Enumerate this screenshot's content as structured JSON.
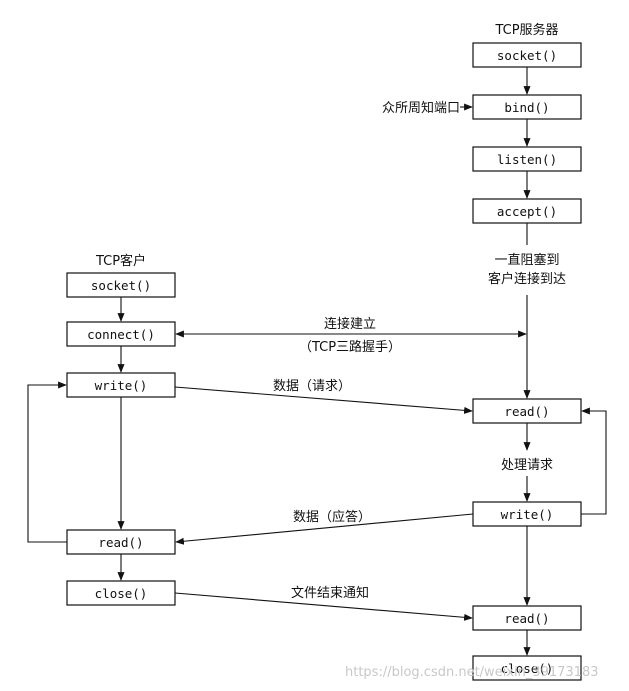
{
  "server": {
    "title": "TCP服务器",
    "socket": "socket()",
    "bind": "bind()",
    "bind_note": "众所周知端口",
    "listen": "listen()",
    "accept": "accept()",
    "block_line1": "一直阻塞到",
    "block_line2": "客户连接到达",
    "read1": "read()",
    "process": "处理请求",
    "write": "write()",
    "read2": "read()",
    "close": "close()"
  },
  "client": {
    "title": "TCP客户",
    "socket": "socket()",
    "connect": "connect()",
    "write": "write()",
    "read": "read()",
    "close": "close()"
  },
  "messages": {
    "connect_line1": "连接建立",
    "connect_line2": "（TCP三路握手）",
    "request": "数据（请求）",
    "reply": "数据（应答）",
    "eof": "文件结束通知"
  },
  "watermark": "https://blog.csdn.net/weixin_39173183"
}
